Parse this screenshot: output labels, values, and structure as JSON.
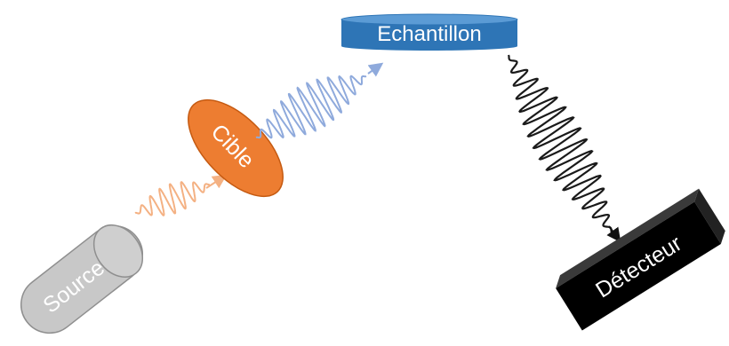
{
  "labels": {
    "source": "Source",
    "cible": "Cible",
    "echantillon": "Echantillon",
    "detecteur": "Détecteur"
  },
  "colors": {
    "source_fill": "#c8c8c8",
    "source_stroke": "#8f8f8f",
    "cible_fill": "#ed7d31",
    "cible_stroke": "#c55a11",
    "echantillon_fill": "#2e75b6",
    "echantillon_top": "#5b9bd5",
    "detecteur_fill": "#000000",
    "wave_source": "#f4b183",
    "wave_cible": "#8faadc",
    "wave_echantillon": "#1a1a1a",
    "label_light": "#ffffff"
  },
  "icons": [
    "source-cylinder",
    "target-ellipse",
    "sample-disk",
    "detector-block",
    "arrow-head"
  ]
}
